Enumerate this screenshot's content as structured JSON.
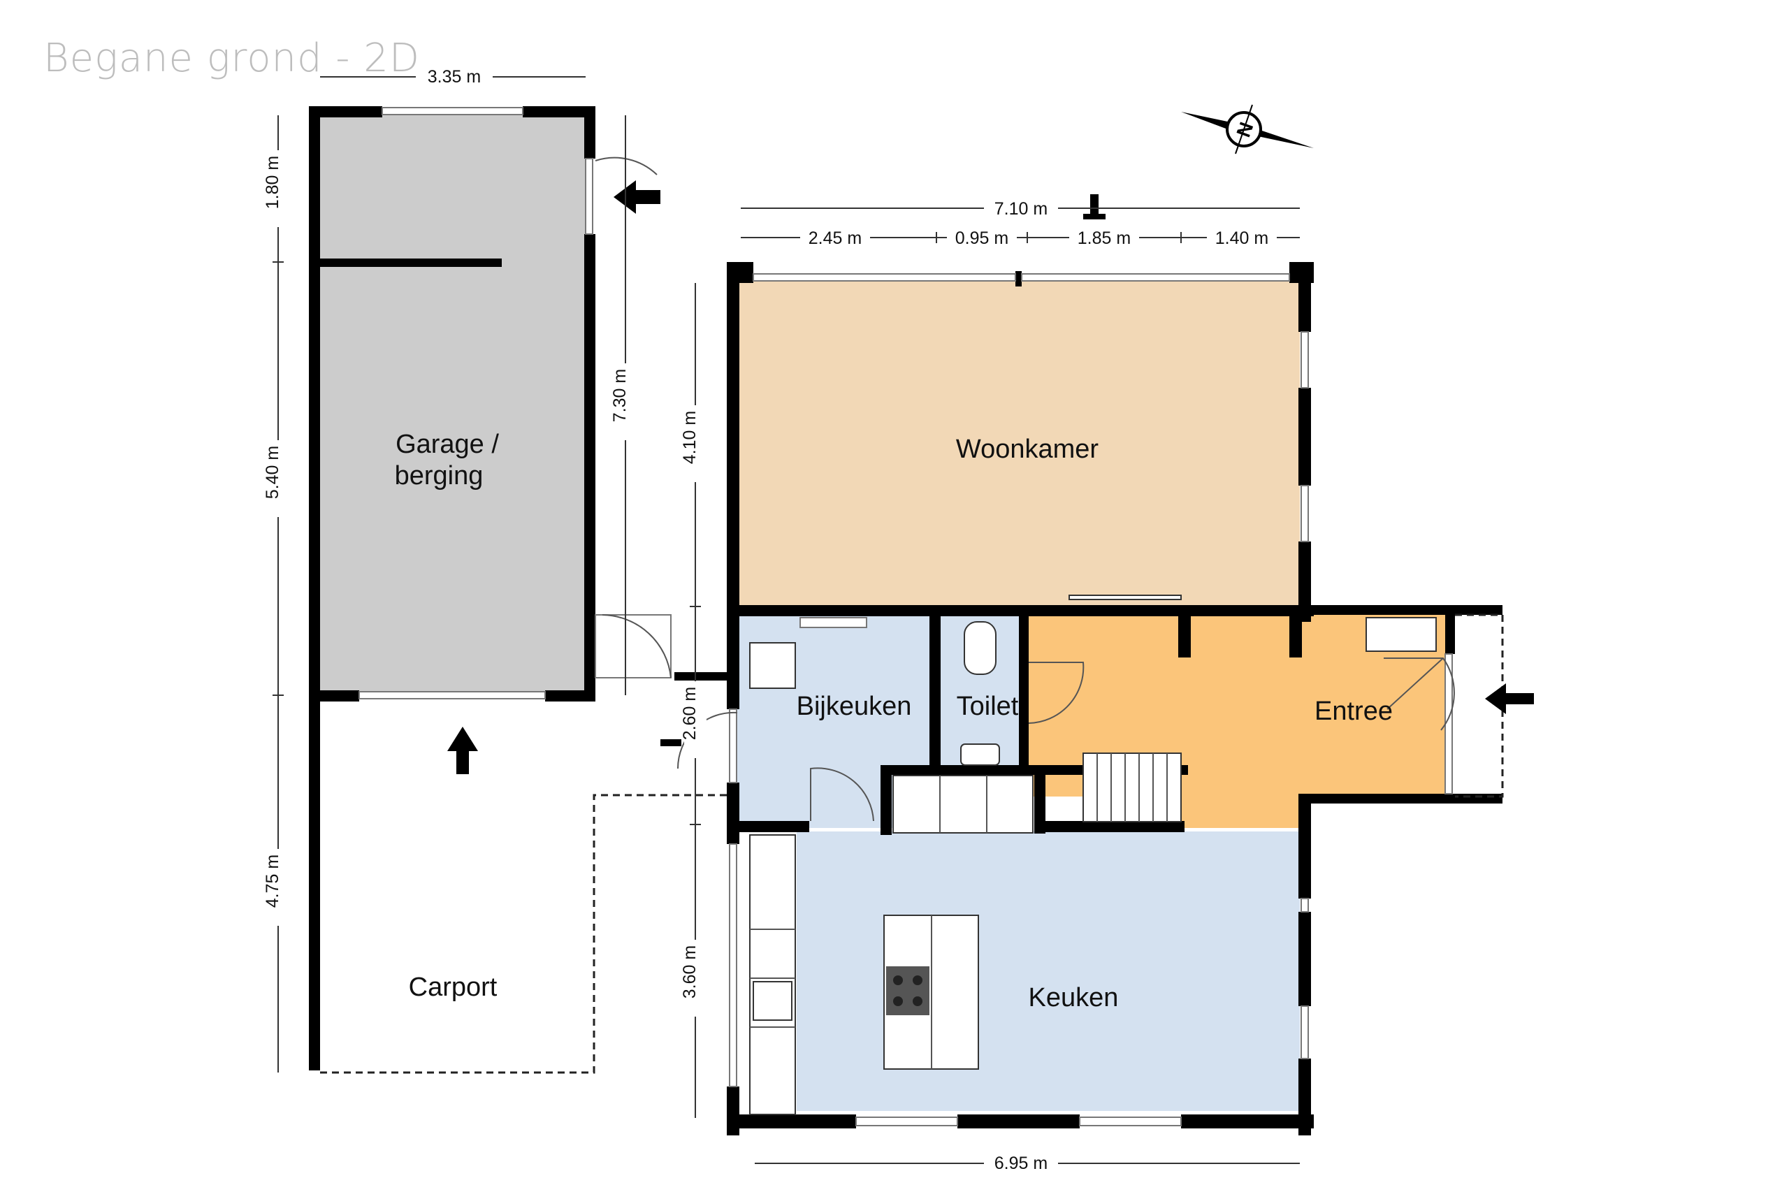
{
  "title": "Begane grond - 2D",
  "rooms": {
    "garage_line1": "Garage /",
    "garage_line2": "berging",
    "carport": "Carport",
    "woonkamer": "Woonkamer",
    "bijkeuken": "Bijkeuken",
    "toilet": "Toilet",
    "entree": "Entree",
    "keuken": "Keuken"
  },
  "dimensions": {
    "garage_width": "3.35 m",
    "garage_top": "1.80 m",
    "garage_mid": "5.40 m",
    "carport_depth": "4.75 m",
    "garage_total": "7.30 m",
    "woonkamer_depth": "4.10 m",
    "bijkeuken_depth": "2.60 m",
    "keuken_depth": "3.60 m",
    "total_width": "7.10 m",
    "seg_1": "2.45 m",
    "seg_2": "0.95 m",
    "seg_3": "1.85 m",
    "seg_4": "1.40 m",
    "keuken_width": "6.95 m"
  },
  "compass": {
    "letter": "N",
    "icon": "compass-icon"
  },
  "colors": {
    "garage": "#cccccc",
    "woonkamer": "#f2d8b6",
    "bijkeuken": "#d4e1f0",
    "toilet": "#d4e1f0",
    "entree": "#fbc57a",
    "keuken": "#d4e1f0",
    "wall": "#000000"
  }
}
